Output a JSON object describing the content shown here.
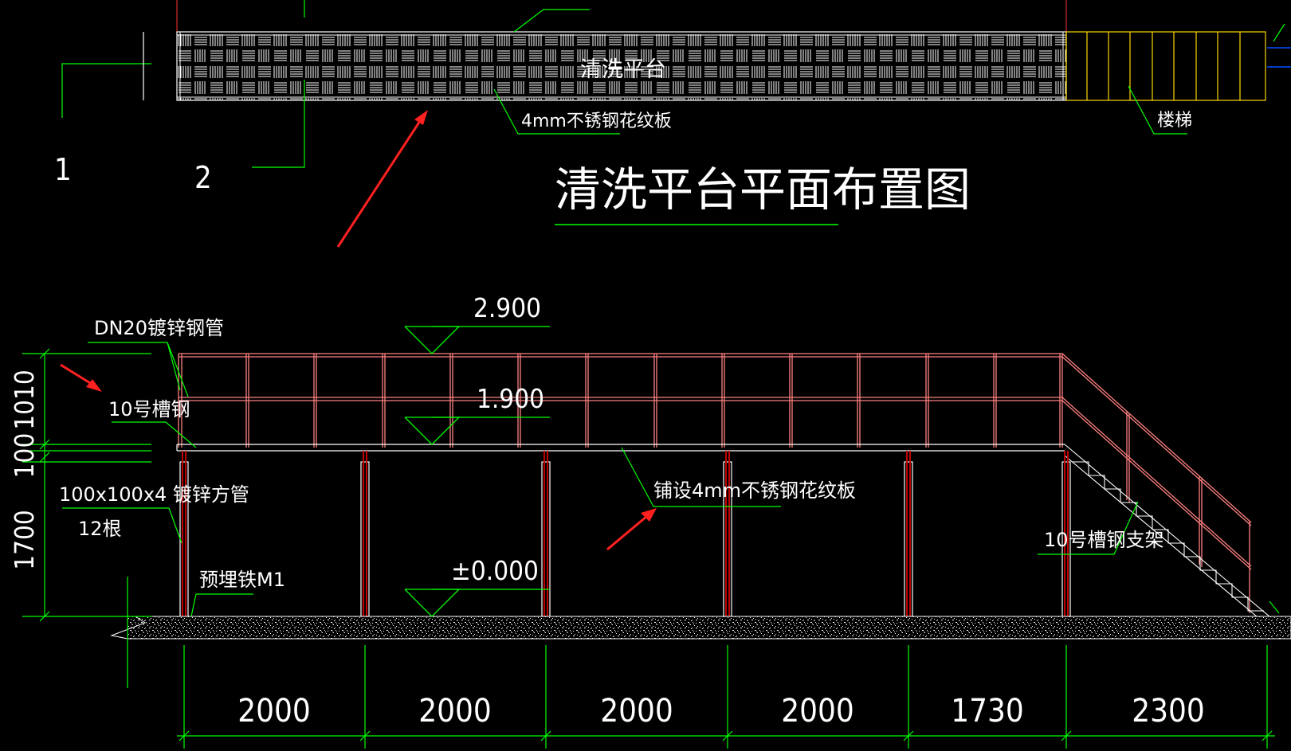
{
  "plan": {
    "title": "清洗平台平面布置图",
    "platform_label": "清洗平台",
    "plate_label": "4mm不锈钢花纹板",
    "stairs_label": "楼梯",
    "section_marks": [
      "1",
      "2"
    ]
  },
  "elevation": {
    "pipe_label": "DN20镀锌钢管",
    "channel_label": "10号槽钢",
    "tube_label": "100x100x4 镀锌方管",
    "tube_count_label": "12根",
    "embed_label": "预埋铁M1",
    "deck_label": "铺设4mm不锈钢花纹板",
    "stair_support_label": "10号槽钢支架",
    "levels": [
      "2.900",
      "1.900",
      "±0.000"
    ],
    "vertical_dims": [
      "1010",
      "100",
      "1700"
    ],
    "horizontal_dims": [
      "2000",
      "2000",
      "2000",
      "2000",
      "1730",
      "2300"
    ]
  },
  "colors": {
    "background": "#000000",
    "text": "#ffffff",
    "leader": "#00ff00",
    "railing": "#ff8080",
    "stairs_plan": "#ffd700",
    "arrow": "#ff2020",
    "post": "#c00000"
  }
}
